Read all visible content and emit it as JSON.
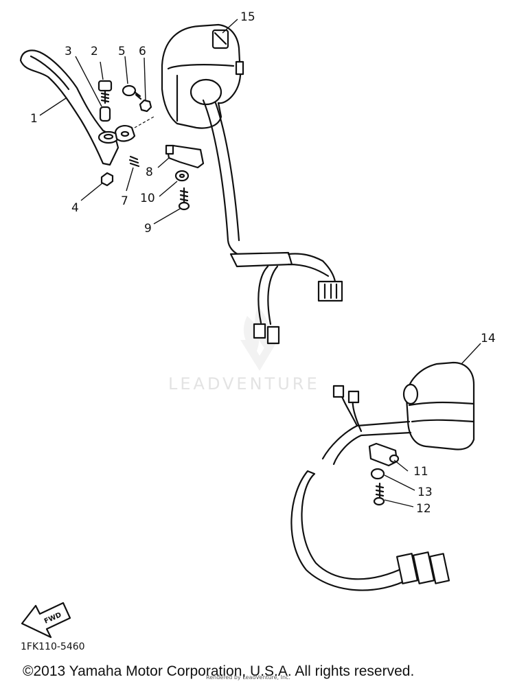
{
  "callouts": {
    "c1": "1",
    "c2": "2",
    "c3": "3",
    "c4": "4",
    "c5": "5",
    "c6": "6",
    "c7": "7",
    "c8": "8",
    "c9": "9",
    "c10": "10",
    "c11": "11",
    "c12": "12",
    "c13": "13",
    "c14": "14",
    "c15": "15"
  },
  "watermark": "LEADVENTURE",
  "diagram_code": "1FK110-5460",
  "fwd_label": "FWD",
  "copyright": "©2013 Yamaha Motor Corporation, U.S.A. All rights reserved.",
  "rendered_by": "Rendered by LeadVenture, Inc."
}
